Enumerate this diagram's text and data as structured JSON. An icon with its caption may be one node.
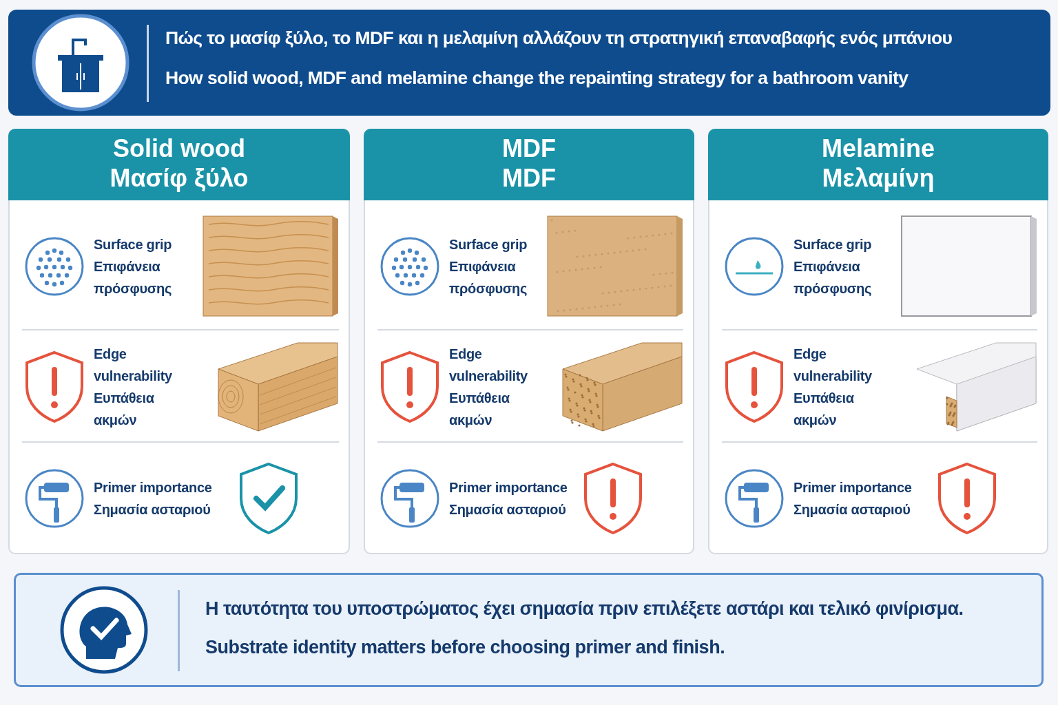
{
  "diagram": {
    "nodes": [
      {
        "text": [
          "Πώς το μασίφ ξύλο, το MDF και η μελαμίνη αλλάζουν τη στρατηγική επαναβαφής ενός μπάνιου",
          "How solid wood, MDF and melamine change the repainting strategy for a bathroom vanity"
        ]
      },
      {
        "text": [
          "Solid wood",
          "Μασίφ ξύλο"
        ]
      },
      {
        "text": [
          "MDF",
          "MDF"
        ]
      },
      {
        "text": [
          "Melamine",
          "Μελαμίνη"
        ]
      },
      {
        "text": [
          "Η ταυτότητα του υποστρώματος έχει σημασία πριν επιλέξετε αστάρι και τελικό φινίρισμα.",
          "Substrate identity matters before choosing primer and finish."
        ]
      }
    ],
    "labels": [
      "Surface grip",
      "Επιφάνεια πρόσφυσης",
      "Edge vulnerability",
      "Ευπάθεια ακμών",
      "Primer importance",
      "Σημασία ασταριού",
      "Surface grip",
      "Επιφάνεια πρόσφυσης",
      "Edge vulnerability",
      "Ευπάθεια ακμών",
      "Primer importance",
      "Σημασία ασταριού",
      "Surface grip",
      "Επιφάνεια πρόσφυσης",
      "Edge vulnerability",
      "Ευπάθεια ακμών",
      "Primer importance",
      "Σημασία ασταριού"
    ]
  }
}
